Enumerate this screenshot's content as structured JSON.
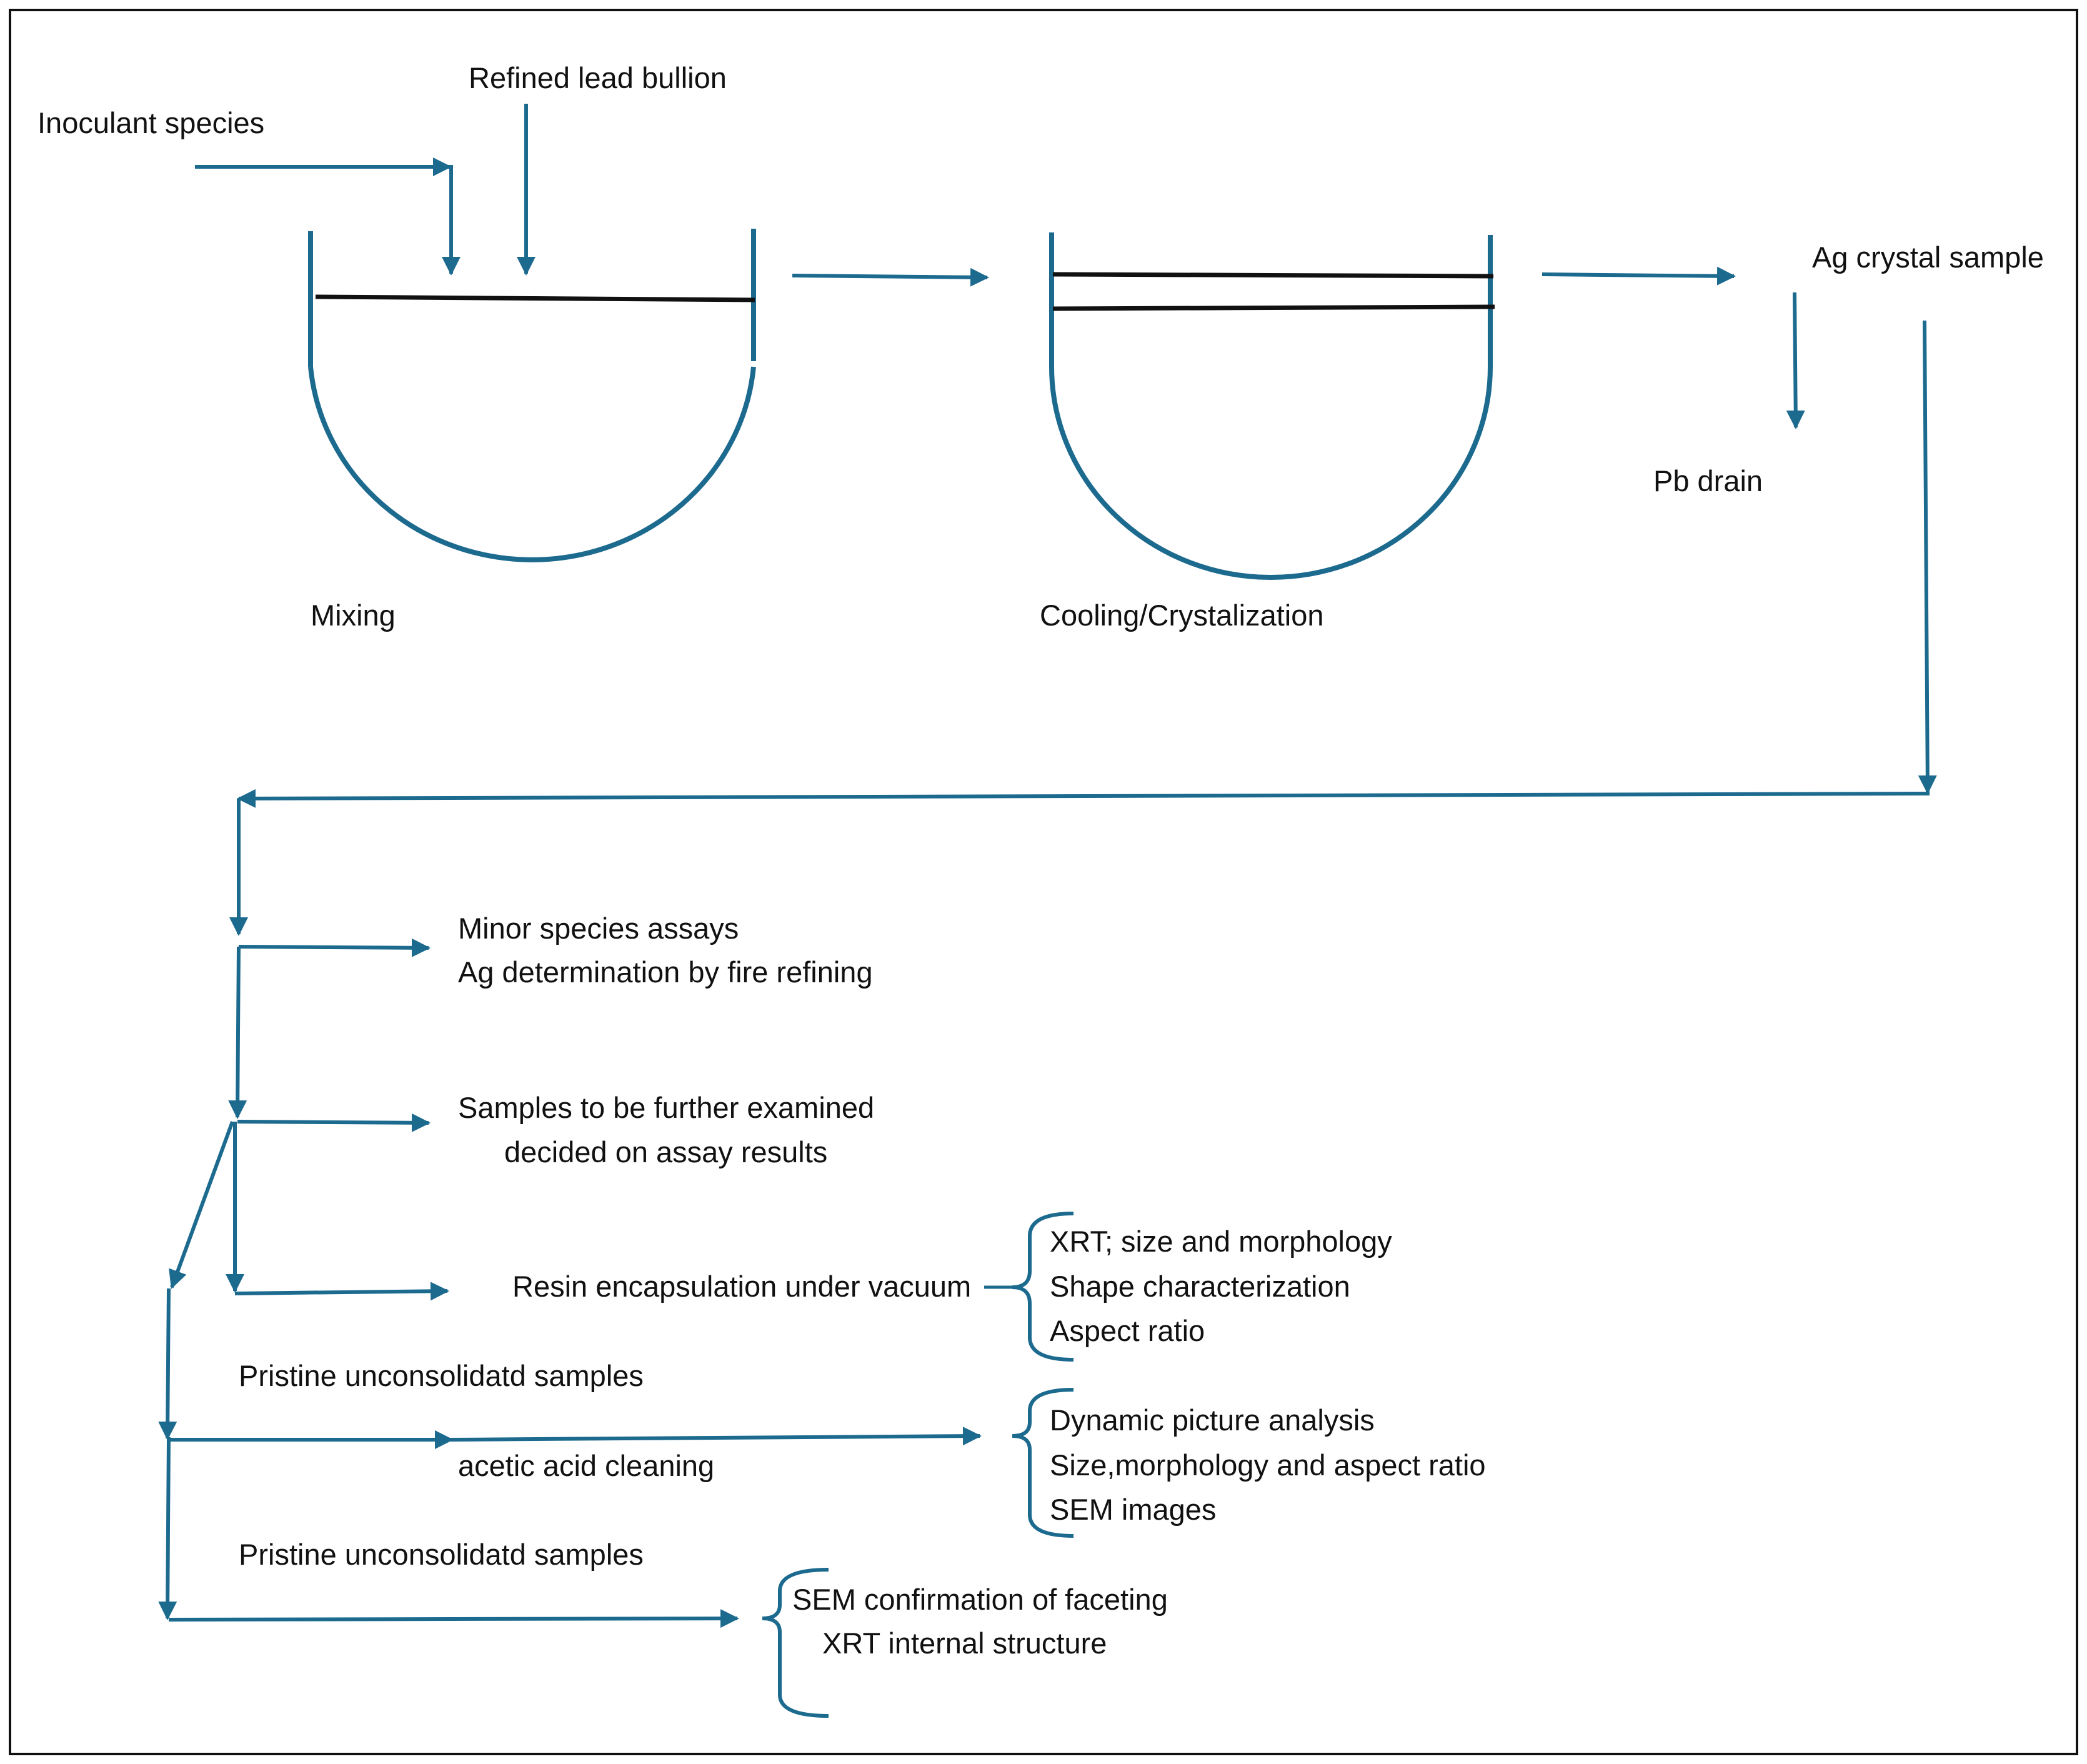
{
  "colors": {
    "flow": "#1d6a8f",
    "line": "#111111",
    "border": "#111111",
    "background": "#ffffff"
  },
  "labels": {
    "inoculant": "Inoculant species",
    "bullion": "Refined lead bullion",
    "ag_sample": "Ag crystal sample",
    "pb_drain": "Pb drain",
    "mixing": "Mixing",
    "cooling": "Cooling/Crystalization",
    "minor_assays": "Minor species assays",
    "ag_fire": "Ag determination by fire refining",
    "samples_further": "Samples to be further examined",
    "decided_assay": "decided on assay results",
    "resin": "Resin encapsulation under vacuum",
    "xrt_size": "XRT; size and morphology",
    "shape_char": "Shape characterization",
    "aspect_ratio": "Aspect ratio",
    "pristine_1": "Pristine unconsolidatd samples",
    "acetic": "acetic acid cleaning",
    "dynamic": "Dynamic picture analysis",
    "size_morph": "Size,morphology and aspect ratio",
    "sem_images": "SEM images",
    "pristine_2": "Pristine unconsolidatd samples",
    "sem_faceting": "SEM confirmation of faceting",
    "xrt_internal": "XRT internal structure"
  }
}
